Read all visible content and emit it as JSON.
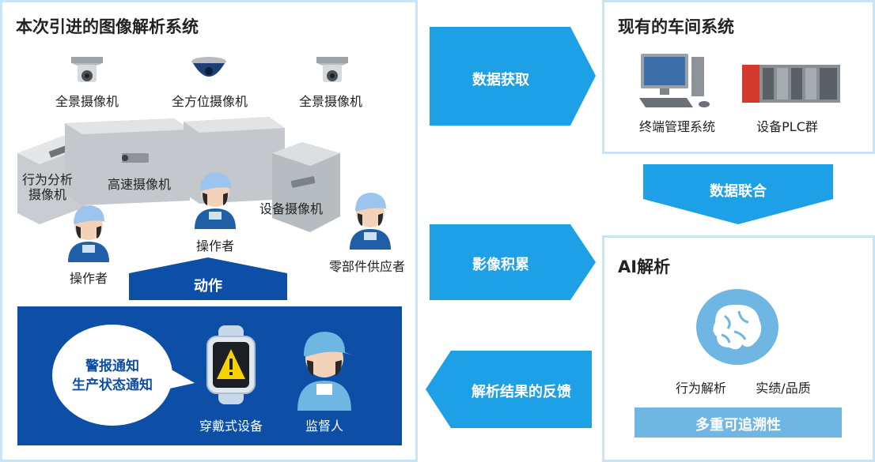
{
  "left_panel": {
    "title": "本次引进的图像解析系统",
    "cameras": [
      "全景摄像机",
      "全方位摄像机",
      "全景摄像机"
    ],
    "machine_labels": {
      "behavior_camera": "行为分析\n摄像机",
      "highspeed_camera": "高速摄像机",
      "equipment_camera": "设备摄像机"
    },
    "people": {
      "operator_left": "操作者",
      "operator_center": "操作者",
      "supplier": "零部件供应者"
    },
    "action_label": "动作",
    "notification_bubble": [
      "警报通知",
      "生产状态通知"
    ],
    "wearable_label": "穿戴式设备",
    "supervisor_label": "监督人"
  },
  "flow": {
    "data_acquisition": "数据获取",
    "data_integration": "数据联合",
    "image_accumulation": "影像积累",
    "feedback": "解析结果的反馈"
  },
  "right_top_panel": {
    "title": "现有的车间系统",
    "terminal_label": "终端管理系统",
    "plc_label": "设备PLC群"
  },
  "right_bottom_panel": {
    "title": "AI解析",
    "behavior_label": "行为解析",
    "performance_label": "实绩/品质",
    "traceability_label": "多重可追溯性"
  },
  "colors": {
    "panel_border": "#c9e4f3",
    "arrow_blue": "#1ea0e6",
    "dark_blue": "#0d4fa6",
    "light_blue": "#6fb6e2",
    "warning_yellow": "#f6d200"
  }
}
